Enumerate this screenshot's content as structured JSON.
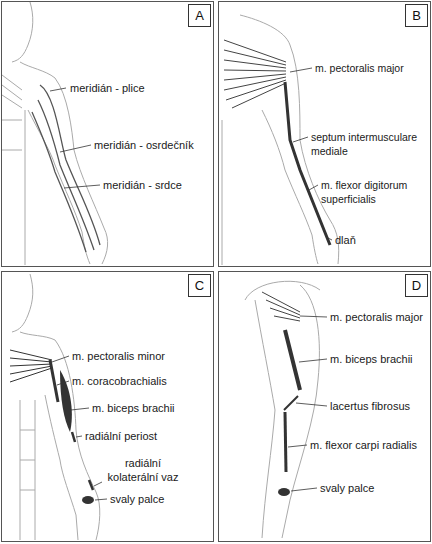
{
  "diagram": {
    "nodes": [
      {
        "text": [
          "A"
        ]
      },
      {
        "text": [
          "B"
        ]
      },
      {
        "text": [
          "C"
        ]
      },
      {
        "text": [
          "D"
        ]
      }
    ],
    "labels": [
      "meridián - plice",
      "meridián - osrdečník",
      "meridián - srdce",
      "m. pectoralis major",
      "septum intermusculare mediale",
      "m. flexor digitorum superficialis",
      "dlaň",
      "m. pectoralis minor",
      "m. coracobrachialis",
      "m. biceps brachii",
      "radiální periost",
      "radiální kolaterální vaz",
      "svaly palce",
      "m. pectoralis major",
      "m. biceps brachii",
      "lacertus fibrosus",
      "m. flexor carpi radialis",
      "svaly palce"
    ]
  }
}
